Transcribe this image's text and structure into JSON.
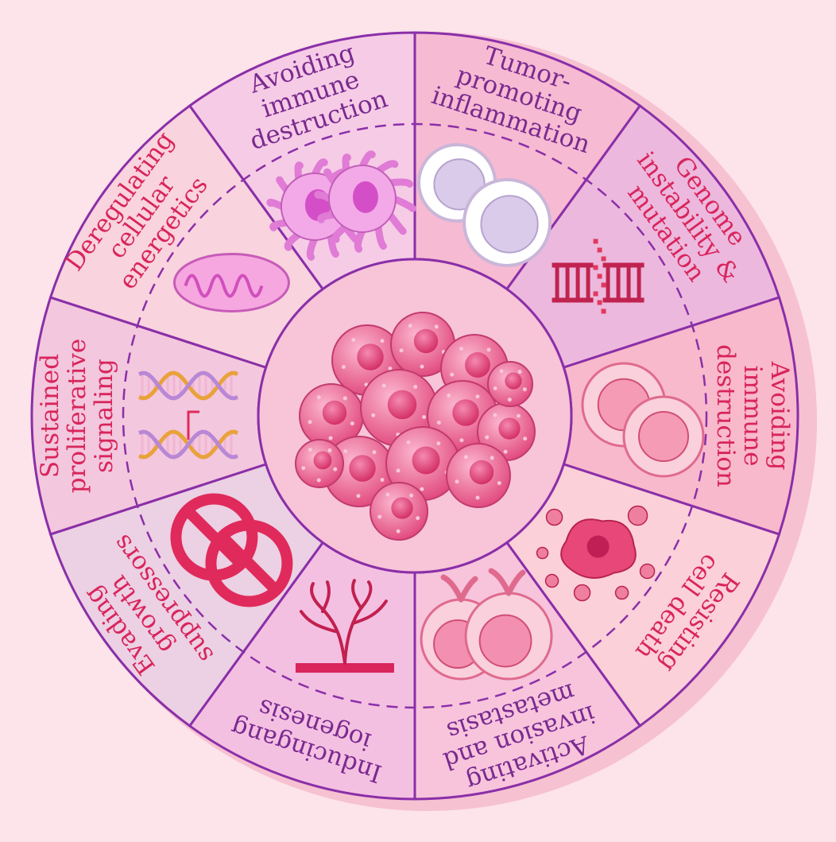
{
  "diagram": {
    "colors": {
      "background": "#fde3ea",
      "outline": "#8a2fa8",
      "center": "#f7c4d8",
      "inner_ring": "#f7cfe1",
      "text_pink": "#d8255c",
      "text_purple": "#7a2a8f"
    },
    "sectors": [
      {
        "id": "avoiding-immune-destruction-top",
        "lines": [
          "Avoiding",
          "immune",
          "destruction"
        ],
        "icon": "immune-cell-icon",
        "fill": "#f6cbe6",
        "text_color": "#7a2a8f"
      },
      {
        "id": "tumor-promoting-inflammation",
        "lines": [
          "Tumor-",
          "promoting",
          "inflammation"
        ],
        "icon": "white-blood-cells-icon",
        "fill": "#f6bad2",
        "text_color": "#7a2a8f"
      },
      {
        "id": "genome-instability",
        "lines": [
          "Genome",
          "instability &",
          "mutation"
        ],
        "icon": "broken-dna-ladder-icon",
        "fill": "#edb8dd",
        "text_color": "#d8255c"
      },
      {
        "id": "avoiding-immune-destruction-right",
        "lines": [
          "Avoiding",
          "immune",
          "destruction"
        ],
        "icon": "dividing-cell-icon",
        "fill": "#f8b9cc",
        "text_color": "#d8255c"
      },
      {
        "id": "resisting-cell-death",
        "lines": [
          "Resisting",
          "cell death"
        ],
        "icon": "apoptotic-cell-icon",
        "fill": "#fbd0d9",
        "text_color": "#d8255c"
      },
      {
        "id": "activating-invasion",
        "lines": [
          "Activating",
          "invasion and",
          "metastasis"
        ],
        "icon": "invading-cell-icon",
        "fill": "#f7c4dc",
        "text_color": "#7a2a8f"
      },
      {
        "id": "inducing-angiogenesis",
        "lines": [
          "Inducingang",
          "iogenesis"
        ],
        "icon": "blood-vessel-icon",
        "fill": "#f4c0e2",
        "text_color": "#7a2a8f"
      },
      {
        "id": "evading-growth-suppressors",
        "lines": [
          "Evading",
          "growth",
          "suppressors"
        ],
        "icon": "prohibition-sign-icon",
        "fill": "#ecd0e3",
        "text_color": "#d8255c"
      },
      {
        "id": "sustained-proliferative-signaling",
        "lines": [
          "Sustained",
          "proliferative",
          "signaling"
        ],
        "icon": "dna-helix-icon",
        "fill": "#f3c7dd",
        "text_color": "#d8255c"
      },
      {
        "id": "deregulating-cellular-energetics",
        "lines": [
          "Deregulating",
          "cellular",
          "energetics"
        ],
        "icon": "mitochondrion-icon",
        "fill": "#f9d3de",
        "text_color": "#d8255c"
      }
    ],
    "center_icon": "tumor-cell-cluster-icon"
  }
}
